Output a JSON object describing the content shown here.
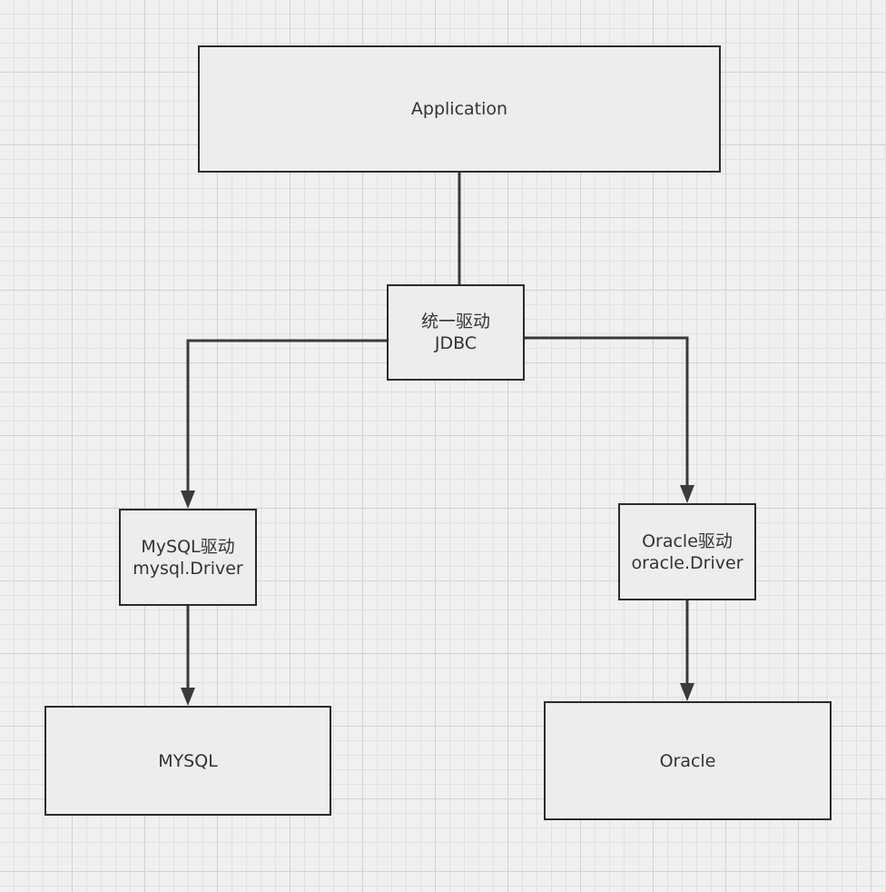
{
  "diagram": {
    "nodes": {
      "application": {
        "lines": [
          "Application"
        ]
      },
      "jdbc": {
        "lines": [
          "统一驱动",
          "JDBC"
        ]
      },
      "mysql_driver": {
        "lines": [
          "MySQL驱动",
          "mysql.Driver"
        ]
      },
      "oracle_driver": {
        "lines": [
          "Oracle驱动",
          "oracle.Driver"
        ]
      },
      "mysql": {
        "lines": [
          "MYSQL"
        ]
      },
      "oracle": {
        "lines": [
          "Oracle"
        ]
      }
    },
    "edges": [
      {
        "from": "application",
        "to": "jdbc",
        "arrow": false
      },
      {
        "from": "jdbc",
        "to": "mysql_driver",
        "arrow": true
      },
      {
        "from": "jdbc",
        "to": "oracle_driver",
        "arrow": true
      },
      {
        "from": "mysql_driver",
        "to": "mysql",
        "arrow": true
      },
      {
        "from": "oracle_driver",
        "to": "oracle",
        "arrow": true
      }
    ],
    "colors": {
      "line": "#3a3a3a",
      "border": "#2b2b2b",
      "fill": "#ededed",
      "text": "#333333"
    }
  }
}
